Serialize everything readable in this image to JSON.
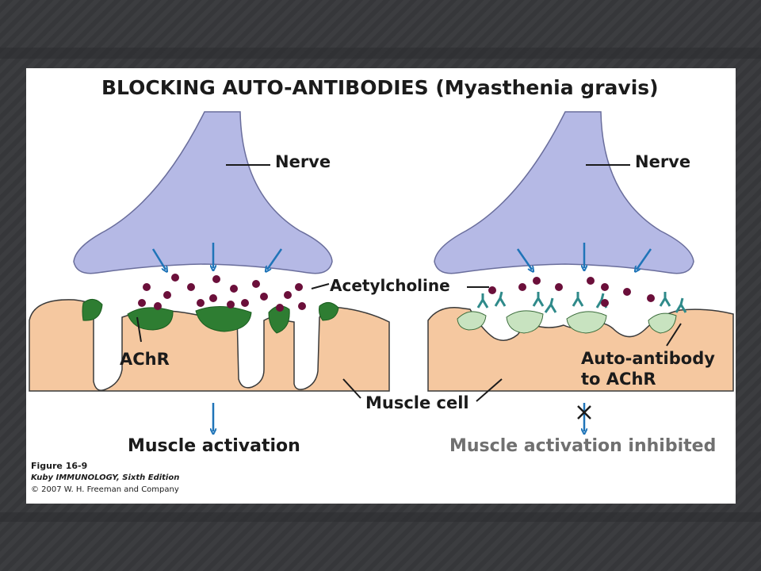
{
  "title": "BLOCKING AUTO-ANTIBODIES (Myasthenia gravis)",
  "labels": {
    "nerve_left": "Nerve",
    "nerve_right": "Nerve",
    "acetylcholine": "Acetylcholine",
    "achr": "AChR",
    "auto_antibody_line1": "Auto-antibody",
    "auto_antibody_line2": "to AChR",
    "muscle_cell": "Muscle cell",
    "muscle_activation": "Muscle activation",
    "muscle_activation_inhibited": "Muscle activation inhibited"
  },
  "caption": {
    "figure": "Figure 16-9",
    "book": "Kuby IMMUNOLOGY, Sixth Edition",
    "copyright": "© 2007 W. H. Freeman and Company"
  },
  "colors": {
    "nerve": "#b5b9e5",
    "nerve_outline": "#6a6e9c",
    "muscle": "#f5c8a0",
    "muscle_outline": "#3a3a3a",
    "receptor_active": "#2e7d32",
    "receptor_blocked": "#c8e3c0",
    "acetylcholine": "#6b0f3a",
    "arrow": "#1f74b8",
    "inhibited_text": "#707070",
    "antibody": "#2f8a8a"
  }
}
